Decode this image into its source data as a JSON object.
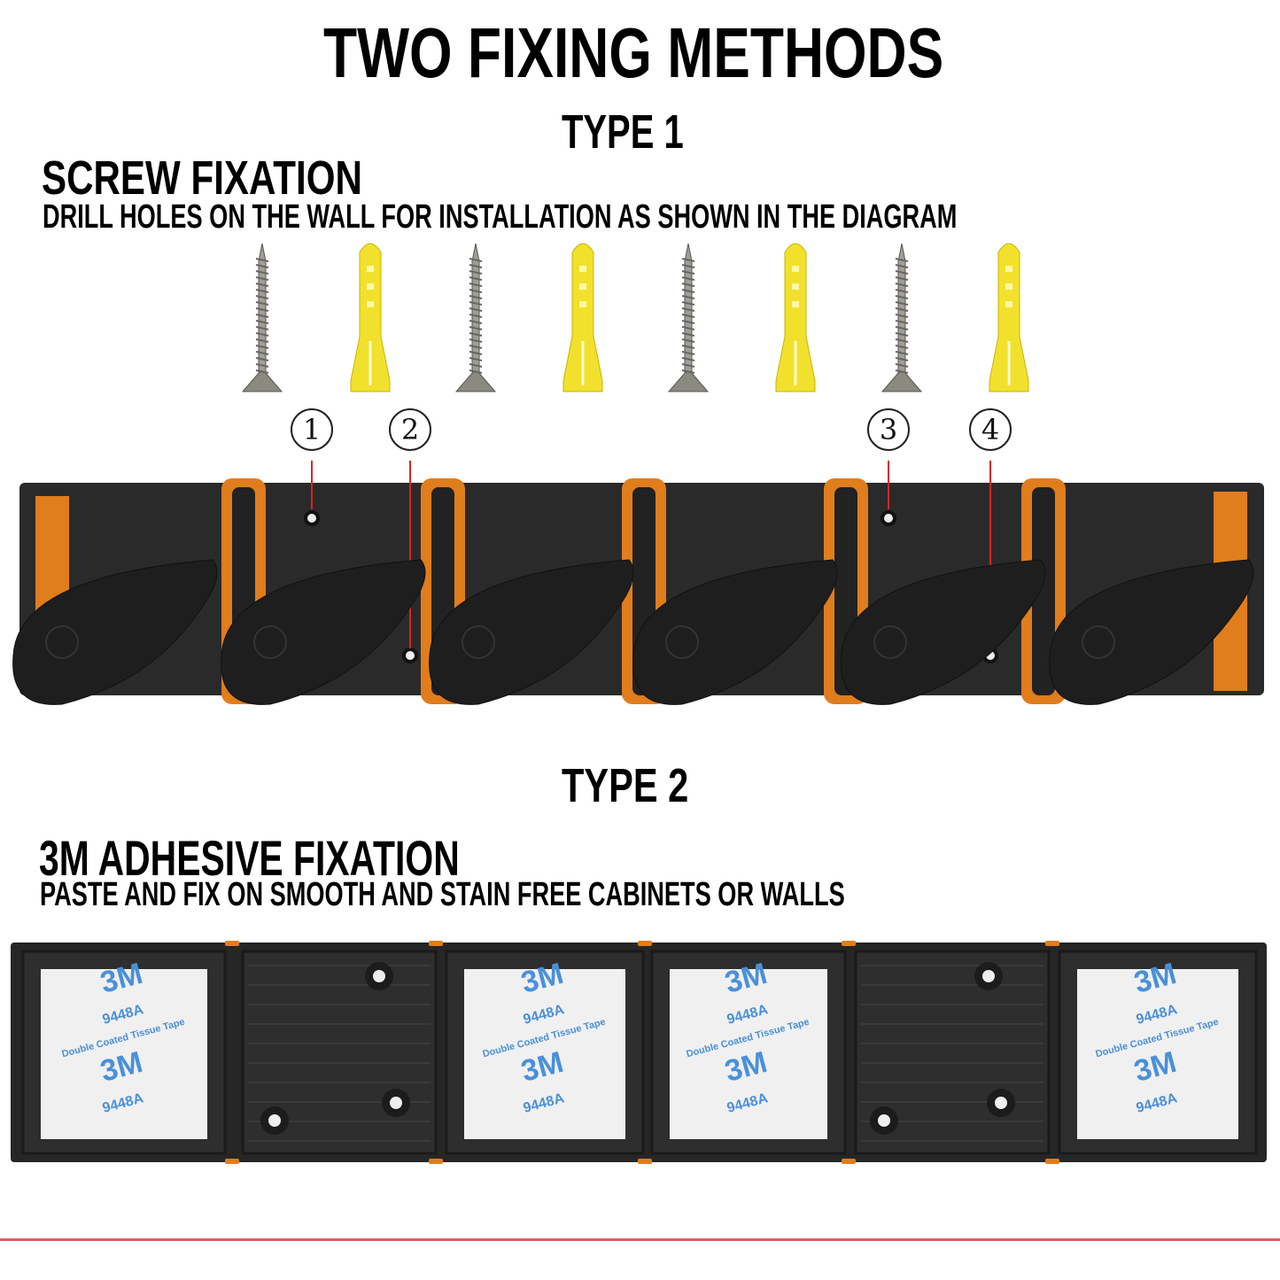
{
  "title": "TWO FIXING METHODS",
  "type1": {
    "label": "TYPE 1",
    "heading": "SCREW FIXATION",
    "subheading": "DRILL HOLES ON THE WALL FOR INSTALLATION AS SHOWN IN THE DIAGRAM",
    "hole_numbers": [
      "1",
      "2",
      "3",
      "4"
    ],
    "hook_count": 6
  },
  "type2": {
    "label": "TYPE 2",
    "heading": "3M ADHESIVE FIXATION",
    "subheading": "PASTE AND FIX ON SMOOTH AND STAIN FREE CABINETS OR WALLS",
    "tape_brand": "3M",
    "tape_model": "9448A",
    "tape_desc": "Double Coated Tissue Tape"
  },
  "colors": {
    "accent_orange": "#e07d1c",
    "rail_black": "#2a2a2a",
    "anchor_yellow": "#f2e12c",
    "divider_red": "#d9606c",
    "tape_blue": "#4a90d9"
  }
}
